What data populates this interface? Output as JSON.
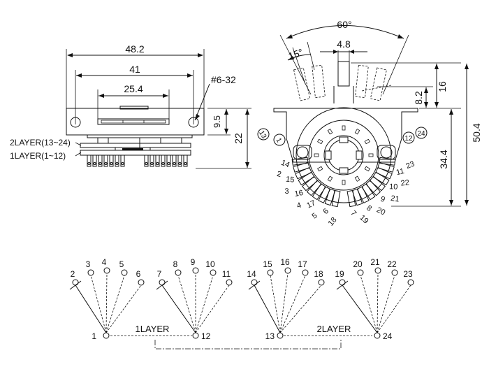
{
  "front_view": {
    "dim_overall": "48.2",
    "dim_holes": "41",
    "dim_slot": "25.4",
    "screw_label": "#6-32",
    "dim_plate_height": "9.5",
    "dim_total_height": "22",
    "layer2_label": "2LAYER(13~24)",
    "layer1_label": "1LAYER(1~12)"
  },
  "top_view": {
    "angle_total": "60°",
    "angle_step": "15°",
    "dim_shaft_width": "4.8",
    "dim_shaft_16": "16",
    "dim_shaft_8_2": "8.2",
    "dim_lower_34_4": "34.4",
    "dim_total_50_4": "50.4",
    "wafer_left_marks": [
      "13",
      "1"
    ],
    "wafer_right_marks": [
      "12",
      "24"
    ],
    "terminal_numbers": [
      "14",
      "2",
      "15",
      "3",
      "16",
      "4",
      "17",
      "5",
      "6",
      "18",
      "7",
      "19",
      "8",
      "20",
      "9",
      "21",
      "10",
      "22",
      "11",
      "23"
    ]
  },
  "schematic": {
    "groups": [
      {
        "common": "1",
        "positions": [
          "2",
          "3",
          "4",
          "5",
          "6"
        ]
      },
      {
        "common": "12",
        "positions": [
          "7",
          "8",
          "9",
          "10",
          "11"
        ]
      },
      {
        "common": "13",
        "positions": [
          "14",
          "15",
          "16",
          "17",
          "18"
        ]
      },
      {
        "common": "24",
        "positions": [
          "19",
          "20",
          "21",
          "22",
          "23"
        ]
      }
    ],
    "layer1_label": "1LAYER",
    "layer2_label": "2LAYER"
  }
}
